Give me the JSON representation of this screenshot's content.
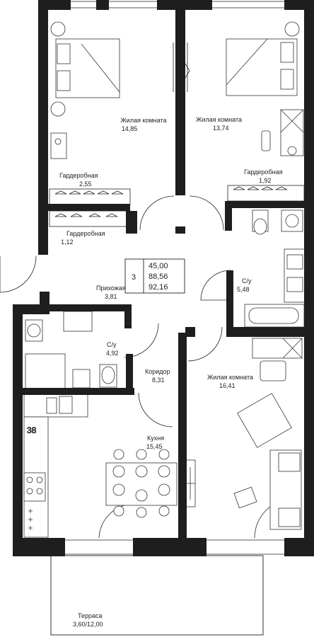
{
  "rooms": {
    "living1": {
      "name": "Жилая комната",
      "area": "14,85"
    },
    "living2": {
      "name": "Жилая комната",
      "area": "13,74"
    },
    "living3": {
      "name": "Жилая комната",
      "area": "16,41"
    },
    "wardrobe1": {
      "name": "Гардеробная",
      "area": "2,55"
    },
    "wardrobe2": {
      "name": "Гардеробная",
      "area": "1,92"
    },
    "wardrobe3": {
      "name": "Гардеробная",
      "area": "1,12"
    },
    "hall": {
      "name": "Прихожая",
      "area": "3,81"
    },
    "bath1": {
      "name": "С/у",
      "area": "5,48"
    },
    "bath2": {
      "name": "С/у",
      "area": "4,92"
    },
    "corridor": {
      "name": "Коридор",
      "area": "8,31"
    },
    "kitchen": {
      "name": "Кухня",
      "area": "15,45"
    },
    "terrace": {
      "name": "Терраса",
      "area": "3,60/12,00"
    }
  },
  "summary": {
    "rooms_count": "3",
    "living_area": "45,00",
    "total_area": "88,56",
    "total_with_terrace": "92,16"
  }
}
